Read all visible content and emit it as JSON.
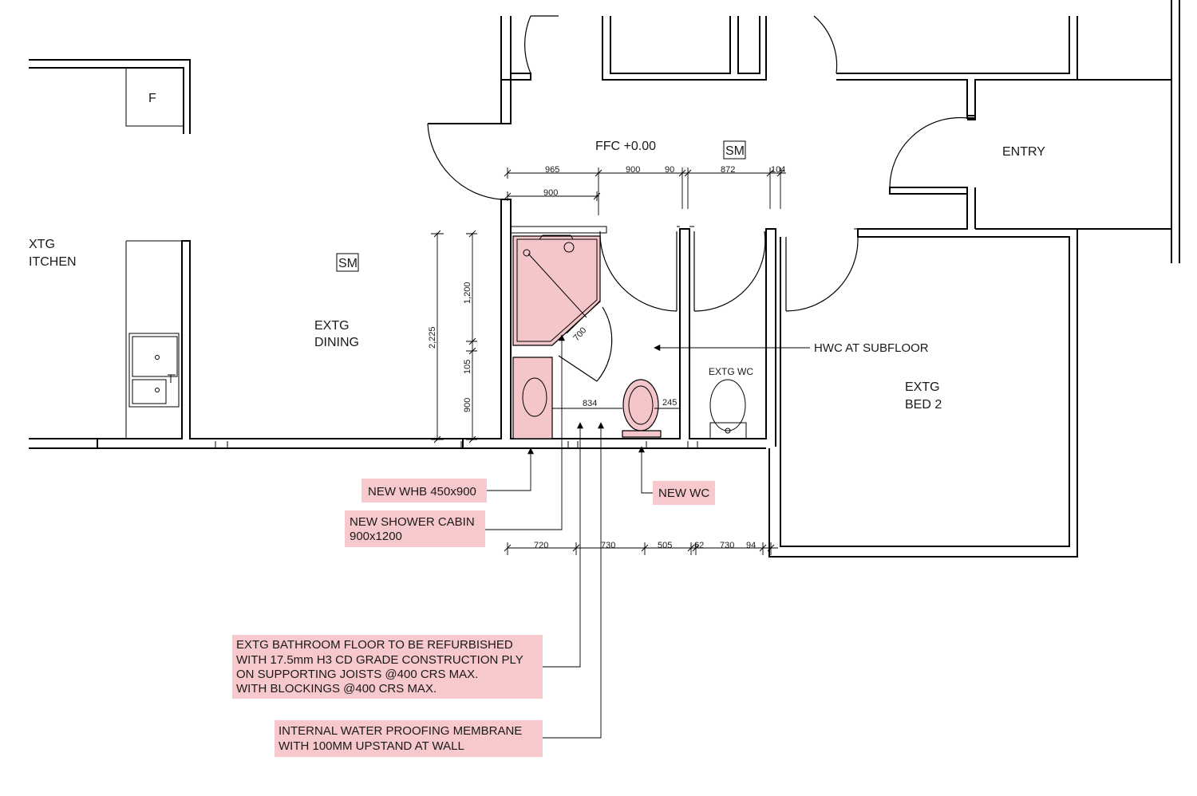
{
  "rooms": {
    "kitchen_line1": "XTG",
    "kitchen_line2": "ITCHEN",
    "fridge": "F",
    "ffc": "FFC +0.00",
    "sm_top": "SM",
    "sm_dining": "SM",
    "entry": "ENTRY",
    "dining_line1": "EXTG",
    "dining_line2": "DINING",
    "extg_wc": "EXTG WC",
    "bed2_line1": "EXTG",
    "bed2_line2": "BED 2"
  },
  "dimensions": {
    "top_965": "965",
    "top_900a": "900",
    "top_90": "90",
    "top_872": "872",
    "top_104": "104",
    "top_900b": "900",
    "left_2225": "2,225",
    "left_1200": "1,200",
    "left_105": "105",
    "left_900": "900",
    "shower_700": "700",
    "inner_834": "834",
    "inner_245": "245",
    "bot_720": "720",
    "bot_730a": "730",
    "bot_505": "505",
    "bot_62": "62",
    "bot_730b": "730",
    "bot_94": "94"
  },
  "notes": {
    "hwc": "HWC AT SUBFLOOR",
    "whb": "NEW WHB 450x900",
    "shower_line1": "NEW SHOWER CABIN",
    "shower_line2": "900x1200",
    "wc": "NEW WC",
    "floor_line1": "EXTG BATHROOM FLOOR TO BE REFURBISHED",
    "floor_line2": "WITH 17.5mm H3 CD GRADE CONSTRUCTION PLY",
    "floor_line3": "ON SUPPORTING JOISTS @400 CRS MAX.",
    "floor_line4": "WITH BLOCKINGS @400 CRS MAX.",
    "membrane_line1": "INTERNAL WATER PROOFING MEMBRANE",
    "membrane_line2": "WITH 100MM UPSTAND AT WALL"
  },
  "colors": {
    "highlight": "#f7c9cc",
    "fixture": "#f5c6c9",
    "line": "#000000"
  }
}
